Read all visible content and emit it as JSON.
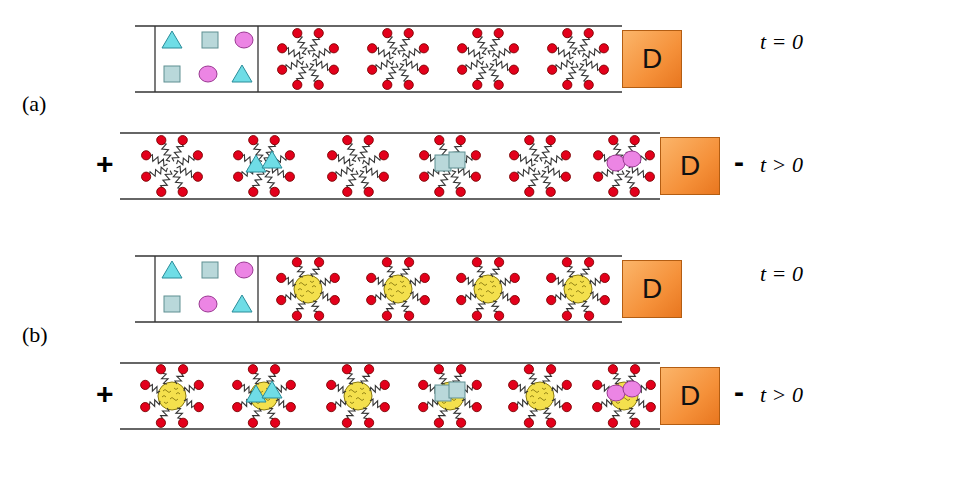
{
  "diagram": {
    "nodes": [
      {
        "text": [
          "D"
        ]
      },
      {
        "text": [
          "D"
        ]
      },
      {
        "text": [
          "D"
        ]
      },
      {
        "text": [
          "D"
        ]
      }
    ],
    "labels": [
      "(a)",
      "t = 0",
      "+",
      "-",
      "t > 0",
      "(b)",
      "t = 0",
      "+",
      "-",
      "t > 0"
    ]
  }
}
